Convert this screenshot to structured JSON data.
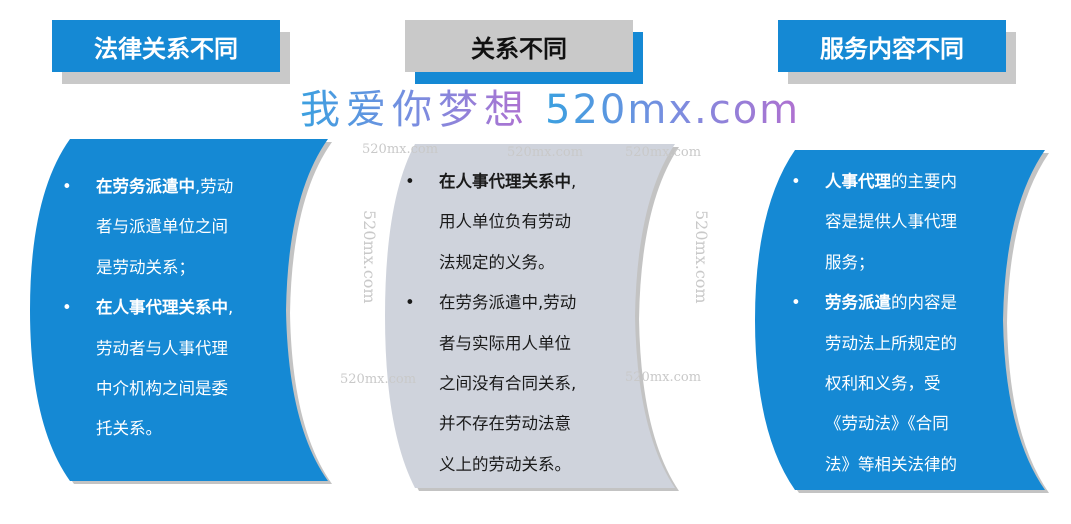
{
  "headers": [
    {
      "title": "法律关系不同",
      "style": "blue"
    },
    {
      "title": "关系不同",
      "style": "gray"
    },
    {
      "title": "服务内容不同",
      "style": "blue"
    }
  ],
  "panels": [
    {
      "lines": [
        {
          "bullet": "•",
          "b": "在劳务派遣中",
          "t": ",劳动"
        },
        {
          "t": "者与派遣单位之间"
        },
        {
          "t": "是劳动关系；"
        },
        {
          "bullet": "•",
          "b": "在人事代理关系中",
          "t": ","
        },
        {
          "t": "劳动者与人事代理"
        },
        {
          "t": "中介机构之间是委"
        },
        {
          "t": "托关系。"
        }
      ]
    },
    {
      "lines": [
        {
          "bullet": "•",
          "b": "在人事代理关系中",
          "t": ","
        },
        {
          "t": "用人单位负有劳动"
        },
        {
          "t": "法规定的义务。"
        },
        {
          "bullet": "•",
          "t": "在劳务派遣中,劳动"
        },
        {
          "t": "者与实际用人单位"
        },
        {
          "t": "之间没有合同关系,"
        },
        {
          "t": "并不存在劳动法意"
        },
        {
          "t": "义上的劳动关系。"
        }
      ]
    },
    {
      "lines": [
        {
          "bullet": "•",
          "b": "人事代理",
          "t": "的主要内"
        },
        {
          "t": "容是提供人事代理"
        },
        {
          "t": "服务；"
        },
        {
          "bullet": "•",
          "b": "劳务派遣",
          "t": "的内容是"
        },
        {
          "t": "劳动法上所规定的"
        },
        {
          "t": "权利和义务，受"
        },
        {
          "t": "《劳动法》《合同"
        },
        {
          "t": "法》等相关法律的"
        }
      ]
    }
  ],
  "watermarks": {
    "site": "520mx.com",
    "slogan": "我爱你梦想"
  },
  "colors": {
    "blue": "#1589d4",
    "gray": "#cfd3dc",
    "header_gray": "#c8c8c8"
  }
}
